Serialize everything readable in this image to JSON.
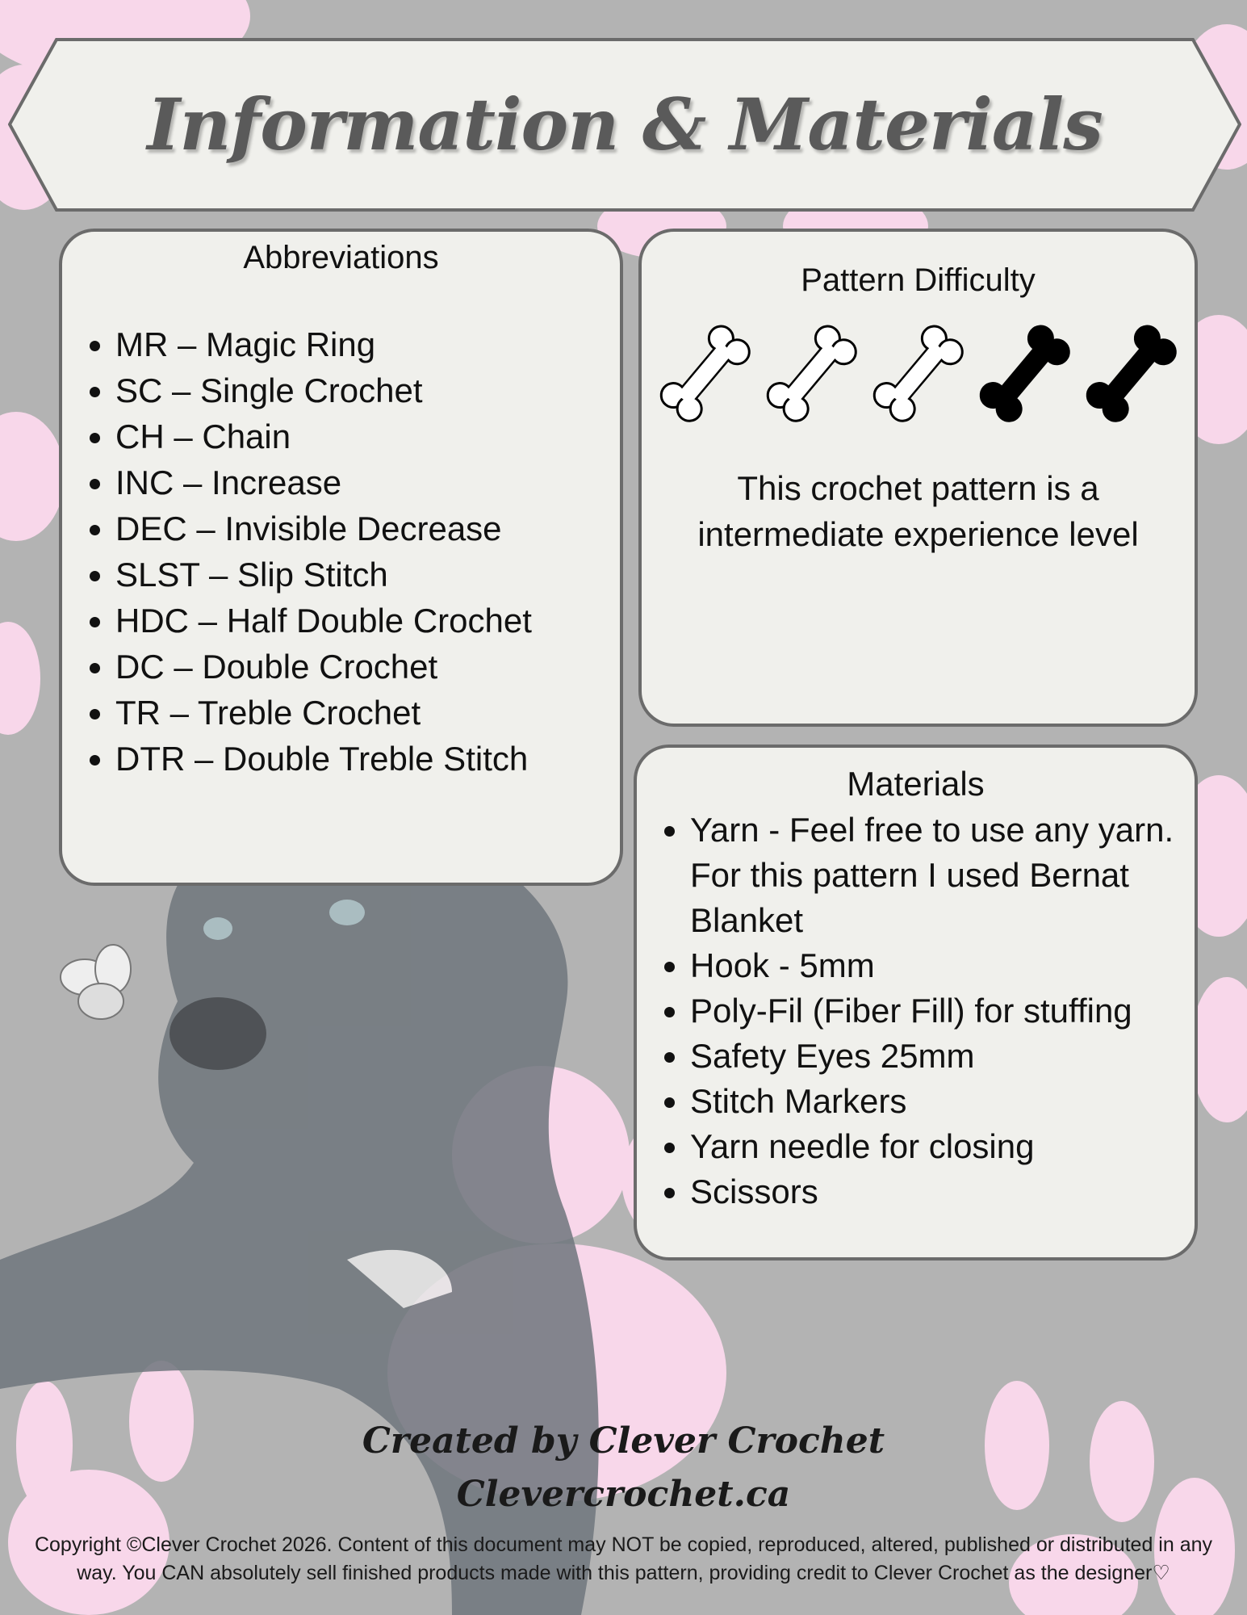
{
  "header": {
    "title": "Information & Materials"
  },
  "abbreviations": {
    "title": "Abbreviations",
    "items": [
      "MR – Magic Ring",
      "SC – Single Crochet",
      "CH – Chain",
      "INC – Increase",
      "DEC – Invisible Decrease",
      "SLST – Slip Stitch",
      "HDC – Half Double Crochet",
      "DC – Double Crochet",
      "TR – Treble Crochet",
      "DTR – Double Treble Stitch"
    ]
  },
  "difficulty": {
    "title": "Pattern Difficulty",
    "rating": {
      "light_bones": 3,
      "dark_bones": 2,
      "total": 5
    },
    "description": "This crochet pattern is a intermediate experience level"
  },
  "materials": {
    "title": "Materials",
    "items": [
      "Yarn - Feel free to use any yarn. For this pattern I used Bernat Blanket",
      "Hook - 5mm",
      "Poly-Fil (Fiber Fill) for stuffing",
      "Safety Eyes 25mm",
      "Stitch Markers",
      "Yarn needle for closing",
      "Scissors"
    ]
  },
  "footer": {
    "created_by": "Created by Clever Crochet",
    "website": "Clevercrochet.ca",
    "copyright": "Copyright ©Clever Crochet 2026. Content of this document may NOT be copied, reproduced, altered, published or distributed in any way. You CAN absolutely sell finished products made with this pattern, providing credit to Clever Crochet as the designer♡"
  },
  "colors": {
    "background": "#b3b3b3",
    "paw": "#f8d7ea",
    "panel": "#f0f0ec",
    "border": "#6b6b6b"
  }
}
